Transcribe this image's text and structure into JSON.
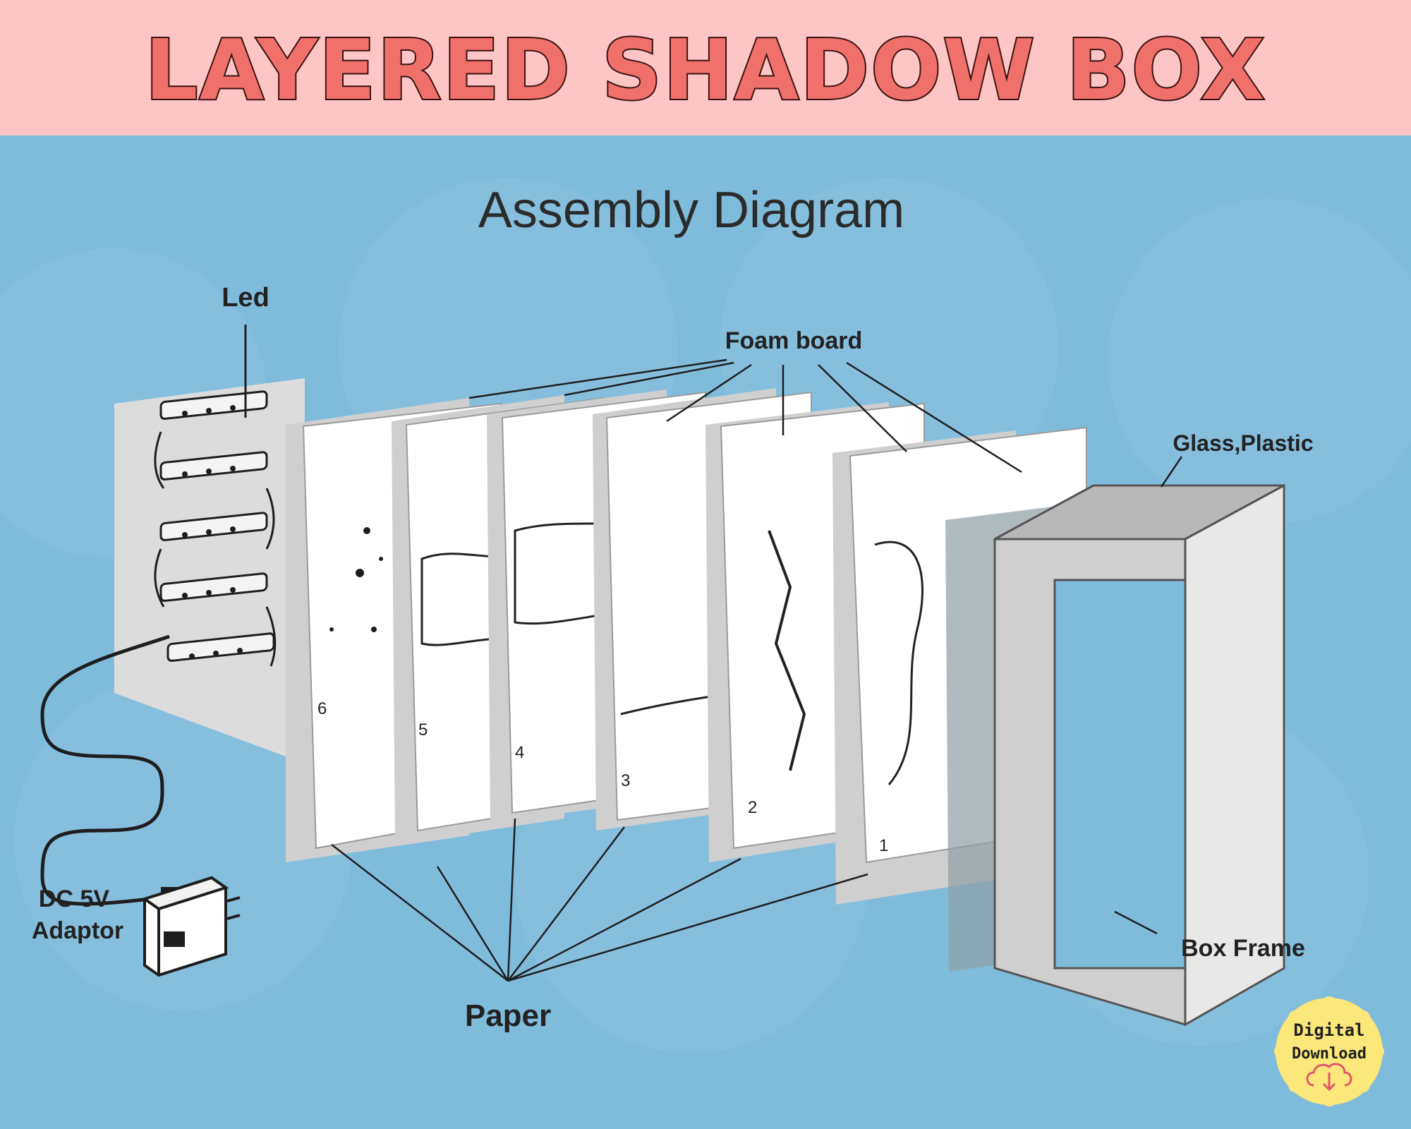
{
  "banner": {
    "title": "LAYERED SHADOW BOX"
  },
  "diagram": {
    "title": "Assembly Diagram",
    "labels": {
      "led": "Led",
      "foam_board": "Foam board",
      "glass": "Glass,Plastic",
      "box_frame": "Box Frame",
      "paper": "Paper",
      "adaptor_line1": "DC 5V",
      "adaptor_line2": "Adaptor"
    },
    "layer_numbers": [
      "6",
      "5",
      "4",
      "3",
      "2",
      "1"
    ]
  },
  "badge": {
    "line1": "Digital",
    "line2": "Download"
  },
  "colors": {
    "banner_bg": "#fdc5c5",
    "title_fill": "#f0706a",
    "background": "#7fbcdc",
    "badge": "#fbe77a"
  }
}
